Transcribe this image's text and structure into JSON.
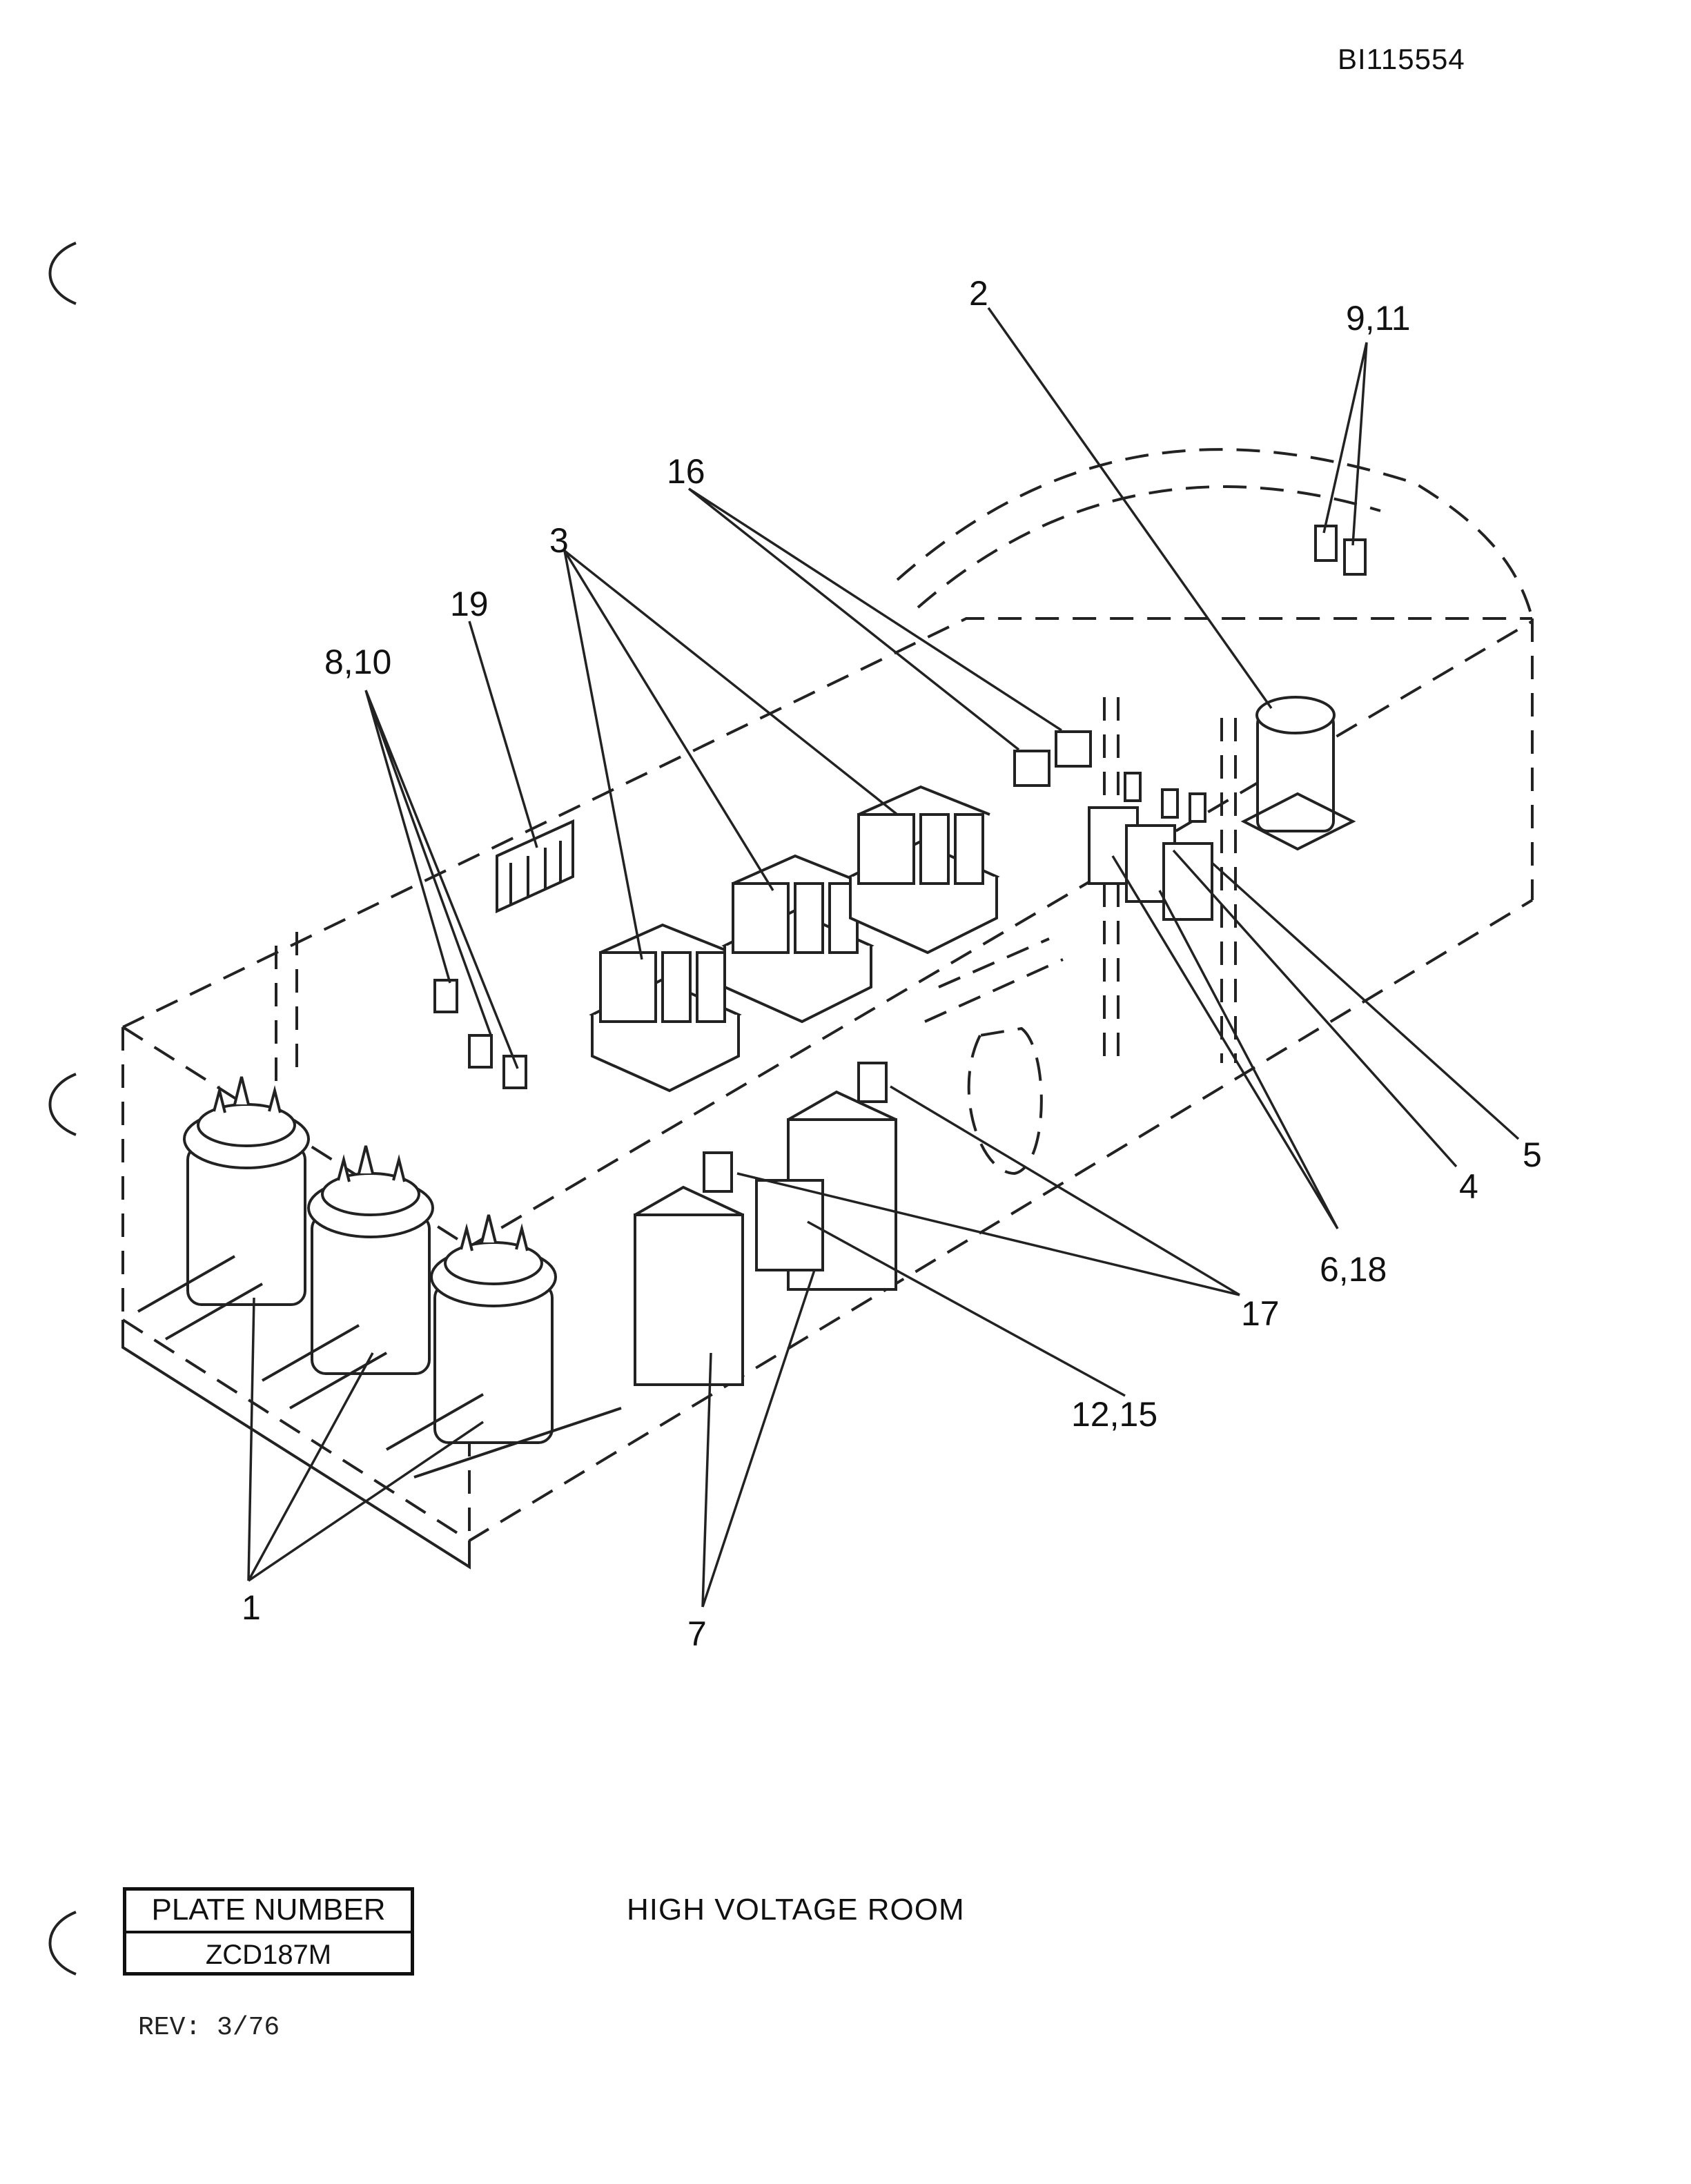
{
  "doc_id": "BI115554",
  "title": "HIGH VOLTAGE ROOM",
  "plate": {
    "label": "PLATE NUMBER",
    "number": "ZCD187M"
  },
  "revision": "REV: 3/76",
  "callouts": [
    "1",
    "2",
    "3",
    "4",
    "5",
    "6,18",
    "7",
    "8,10",
    "9,11",
    "12,15",
    "16",
    "17",
    "19"
  ]
}
